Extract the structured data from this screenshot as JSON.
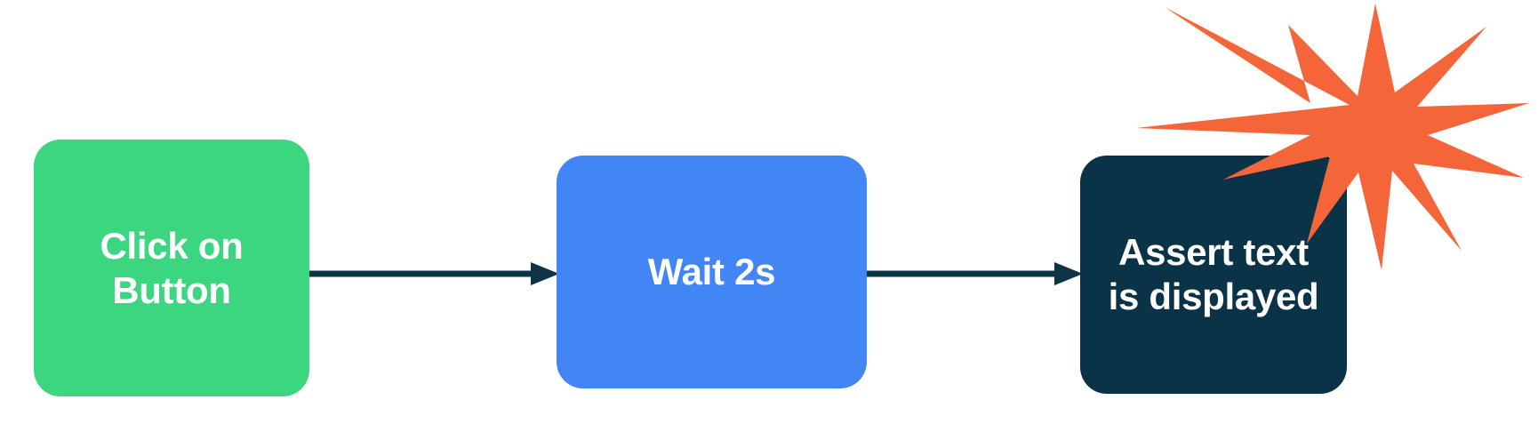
{
  "diagram": {
    "type": "flowchart",
    "orientation": "left-to-right",
    "background_color": "#FFFFFF",
    "title": "",
    "nodes": [
      {
        "id": "click-on-button",
        "label": "Click on\nButton",
        "shape": "rounded-rectangle",
        "fill_color": "#3DD680",
        "text_color": "#FFFFFF",
        "order": 1
      },
      {
        "id": "wait-2s",
        "label": "Wait 2s",
        "shape": "rounded-rectangle",
        "fill_color": "#4285F4",
        "text_color": "#FFFFFF",
        "order": 2
      },
      {
        "id": "assert-text-is-displayed",
        "label": "Assert text\nis displayed",
        "shape": "rounded-rectangle",
        "fill_color": "#0B3347",
        "text_color": "#FFFFFF",
        "order": 3
      }
    ],
    "edges": [
      {
        "id": "edge-click-to-wait",
        "from": "click-on-button",
        "to": "wait-2s",
        "label": "",
        "style": "solid-arrow",
        "color": "#0F3447"
      },
      {
        "id": "edge-wait-to-assert",
        "from": "wait-2s",
        "to": "assert-text-is-displayed",
        "label": "",
        "style": "solid-arrow",
        "color": "#0F3447"
      }
    ],
    "decorations": [
      {
        "id": "starburst",
        "shape": "starburst",
        "points": 12,
        "fill_color": "#F4663A",
        "attached_to": "assert-text-is-displayed",
        "position": "top-right",
        "label": ""
      }
    ]
  }
}
